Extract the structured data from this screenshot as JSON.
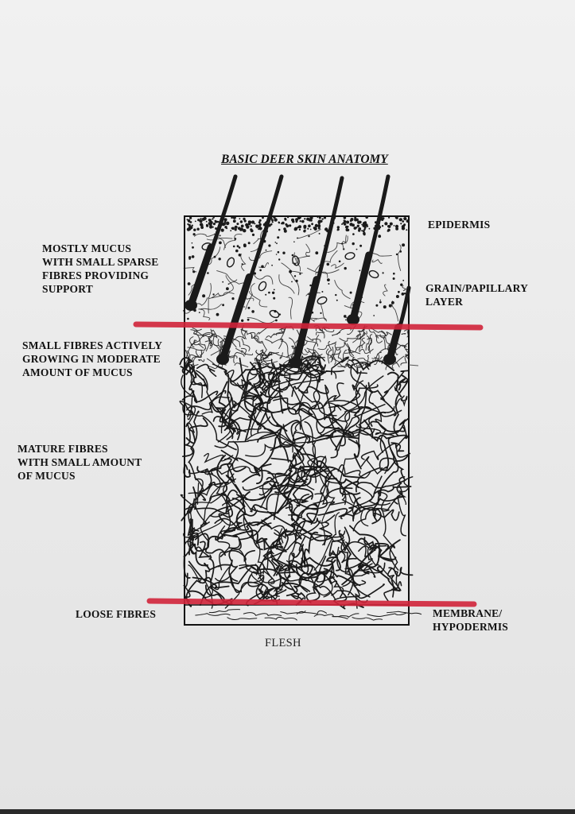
{
  "title": "BASIC DEER SKIN ANATOMY",
  "left_labels": {
    "mucus": [
      "MOSTLY MUCUS",
      "WITH SMALL SPARSE",
      "FIBRES PROVIDING",
      "SUPPORT"
    ],
    "small_fibres": [
      "SMALL FIBRES ACTIVELY",
      "GROWING IN MODERATE",
      "AMOUNT OF MUCUS"
    ],
    "mature_fibres": [
      "MATURE FIBRES",
      "WITH SMALL AMOUNT",
      "OF MUCUS"
    ],
    "loose_fibres": [
      "LOOSE FIBRES"
    ]
  },
  "right_labels": {
    "epidermis": [
      "EPIDERMIS"
    ],
    "grain": [
      "GRAIN/PAPILLARY",
      "LAYER"
    ],
    "membrane": [
      "MEMBRANE/",
      "HYPODERMIS"
    ]
  },
  "bottom_label": "FLESH",
  "colors": {
    "ink": "#1a1a1a",
    "boundary_line": "#d0233a",
    "paper": "#eeeeee"
  }
}
